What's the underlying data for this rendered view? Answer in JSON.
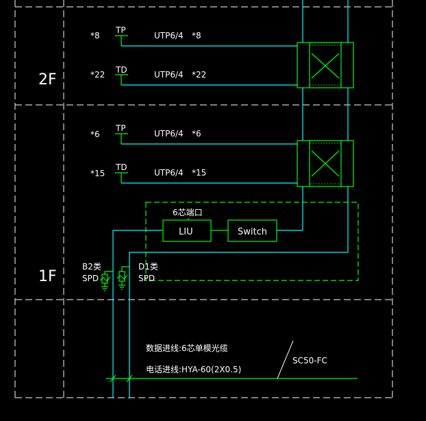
{
  "floors": {
    "upper": "2F",
    "lower": "1F"
  },
  "outlets": [
    {
      "id": "outlet-8",
      "number": "*8",
      "type": "TP",
      "cable": "UTP6/4",
      "cable_ref": "*8"
    },
    {
      "id": "outlet-22",
      "number": "*22",
      "type": "TD",
      "cable": "UTP6/4",
      "cable_ref": "*22"
    },
    {
      "id": "outlet-6",
      "number": "*6",
      "type": "TP",
      "cable": "UTP6/4",
      "cable_ref": "*6"
    },
    {
      "id": "outlet-15",
      "number": "*15",
      "type": "TD",
      "cable": "UTP6/4",
      "cable_ref": "*15"
    }
  ],
  "equipment": {
    "liu": "LIU",
    "switch": "Switch",
    "port_label": "6芯端口"
  },
  "spd": {
    "b2_class": "B2类",
    "b2_name": "SPD",
    "d1_class": "D1类",
    "d1_name": "SPD"
  },
  "incoming": {
    "data_line": "数据进线:6芯单模光缆",
    "phone_line": "电话进线:HYA-60(2X0.5)",
    "conduit": "SC50-FC"
  },
  "colors": {
    "background": "#000000",
    "grid": "#ffffff",
    "cable": "#00ffff",
    "equipment": "#00ff00"
  }
}
